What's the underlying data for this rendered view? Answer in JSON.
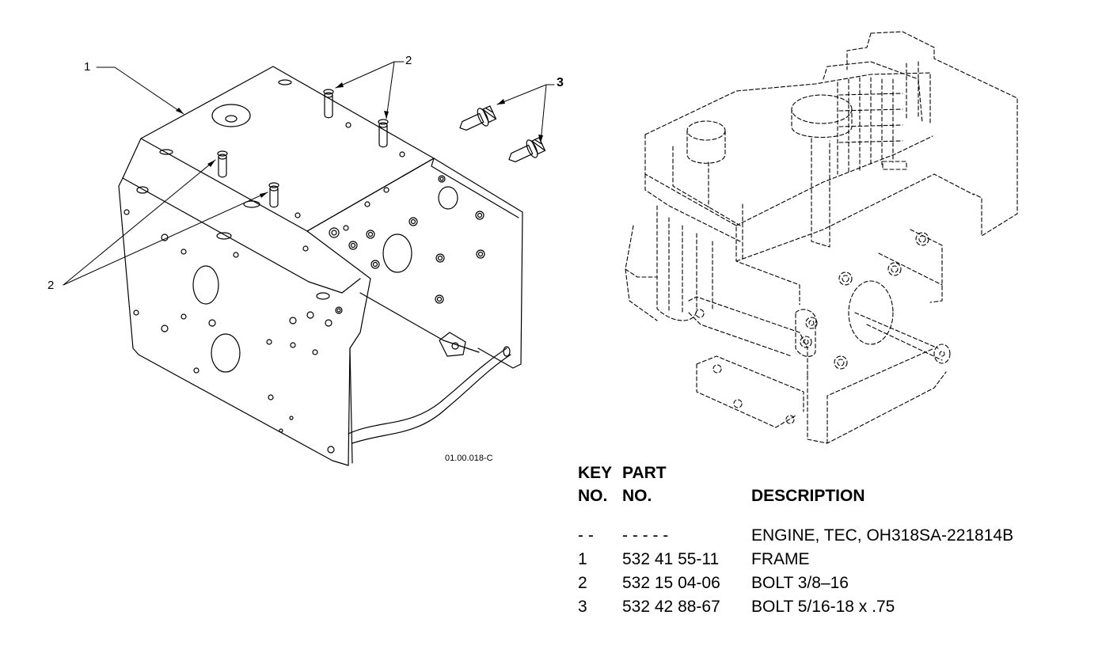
{
  "callouts": {
    "frame": "1",
    "bolt_top": "2",
    "bolt_left": "2",
    "bolt_flange": "3"
  },
  "figure_code": "01.00.018-C",
  "parts_table": {
    "header_line1": {
      "key": "KEY",
      "part": "PART"
    },
    "header_line2": {
      "key": "NO.",
      "part": "NO.",
      "description": "DESCRIPTION"
    },
    "rows": [
      {
        "key": "- -",
        "part": "- - - - -",
        "description": "ENGINE, TEC, OH318SA-221814B"
      },
      {
        "key": "1",
        "part": "532 41 55-11",
        "description": "FRAME"
      },
      {
        "key": "2",
        "part": "532 15 04-06",
        "description": "BOLT 3/8–16"
      },
      {
        "key": "3",
        "part": "532 42 88-67",
        "description": "BOLT 5/16-18 x .75"
      }
    ]
  }
}
